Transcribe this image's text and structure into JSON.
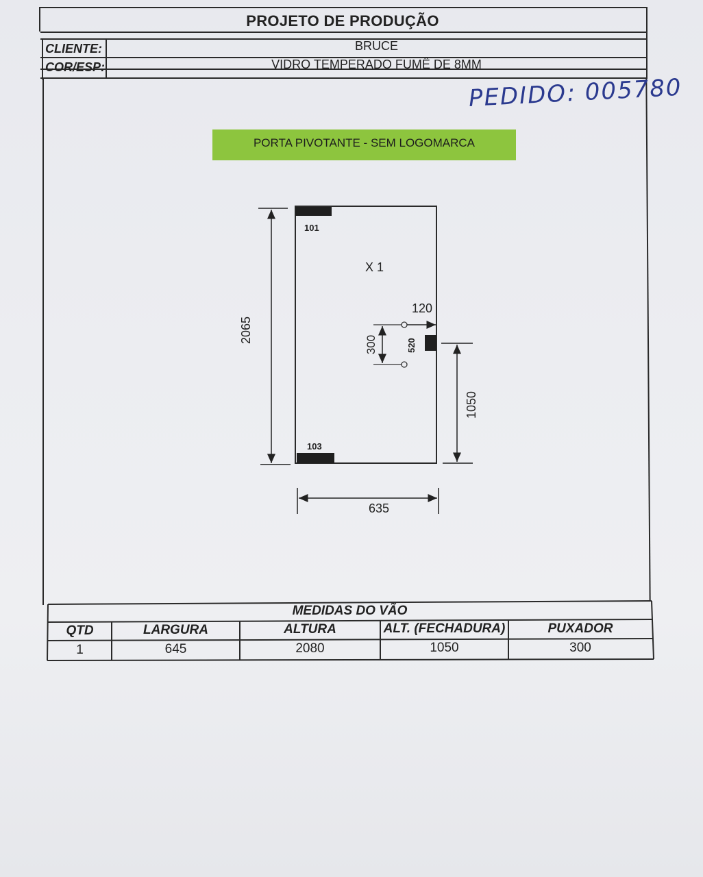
{
  "header": {
    "title": "PROJETO DE PRODUÇÃO",
    "client_label": "CLIENTE:",
    "client_value": "BRUCE",
    "color_label": "COR/ESP:",
    "color_value": "VIDRO TEMPERADO FUMÊ DE 8MM"
  },
  "order_note": "PEDIDO: 005780",
  "banner": "PORTA PIVOTANTE - SEM LOGOMARCA",
  "drawing": {
    "quantity_mark": "X  1",
    "hinge_top": "101",
    "hinge_bottom": "103",
    "lock_label": "520",
    "height_dim": "2065",
    "width_dim": "635",
    "lock_height_dim": "1050",
    "handle_length_dim": "300",
    "handle_offset_dim": "120"
  },
  "measurements": {
    "title": "MEDIDAS DO VÃO",
    "headers": [
      "QTD",
      "LARGURA",
      "ALTURA",
      "ALT. (FECHADURA)",
      "PUXADOR"
    ],
    "row": [
      "1",
      "645",
      "2080",
      "1050",
      "300"
    ]
  }
}
